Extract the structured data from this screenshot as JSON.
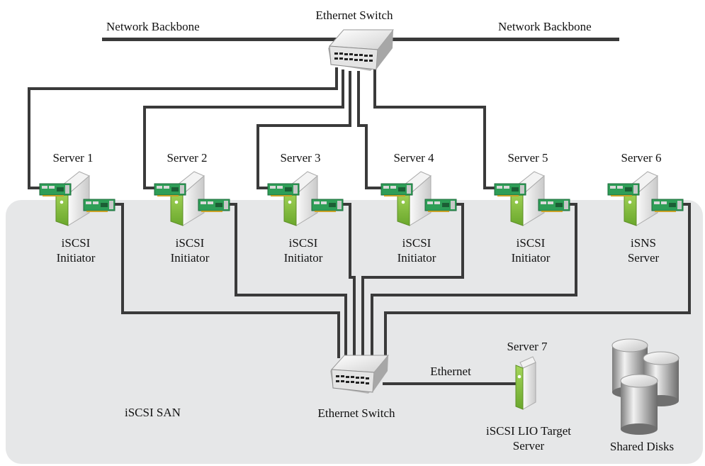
{
  "backbone": {
    "left_label": "Network Backbone",
    "right_label": "Network Backbone"
  },
  "top_switch": {
    "label": "Ethernet Switch"
  },
  "servers": [
    {
      "name": "Server 1",
      "role": [
        "iSCSI",
        "Initiator"
      ]
    },
    {
      "name": "Server 2",
      "role": [
        "iSCSI",
        "Initiator"
      ]
    },
    {
      "name": "Server 3",
      "role": [
        "iSCSI",
        "Initiator"
      ]
    },
    {
      "name": "Server 4",
      "role": [
        "iSCSI",
        "Initiator"
      ]
    },
    {
      "name": "Server 5",
      "role": [
        "iSCSI",
        "Initiator"
      ]
    },
    {
      "name": "Server 6",
      "role": [
        "iSNS",
        "Server"
      ]
    }
  ],
  "san": {
    "label": "iSCSI SAN"
  },
  "bottom_switch": {
    "label": "Ethernet Switch"
  },
  "link_label": "Ethernet",
  "target": {
    "name": "Server 7",
    "role": [
      "iSCSI LIO Target",
      "Server"
    ]
  },
  "disks": {
    "label": "Shared Disks"
  },
  "colors": {
    "san_bg": "#e6e7e8",
    "cable": "#3a3a3a",
    "server_green": "#8cc63f",
    "nic_green": "#2e9e57"
  }
}
